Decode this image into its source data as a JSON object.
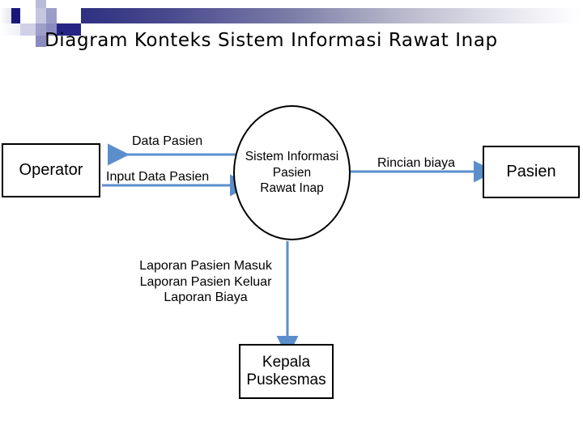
{
  "slide": {
    "title": "Diagram Konteks Sistem Informasi Rawat Inap",
    "accent_color": "#2f3081",
    "arrow_color": "#5b8fcc",
    "outline_color": "#000000",
    "background_color": "#ffffff"
  },
  "diagram": {
    "type": "context-diagram",
    "entities": [
      {
        "id": "operator",
        "label": "Operator",
        "shape": "rectangle"
      },
      {
        "id": "pasien",
        "label": "Pasien",
        "shape": "rectangle"
      },
      {
        "id": "kepala",
        "label": "Kepala\nPuskesmas",
        "line1": "Kepala",
        "line2": "Puskesmas",
        "shape": "rectangle"
      }
    ],
    "process": {
      "id": "sistem-informasi",
      "shape": "ellipse",
      "line1": "Sistem Informasi",
      "line2": "Pasien",
      "line3": "Rawat Inap"
    },
    "flows": [
      {
        "id": "data-pasien",
        "label": "Data Pasien",
        "from": "sistem-informasi",
        "to": "operator",
        "direction": "left"
      },
      {
        "id": "input-data-pasien",
        "label": "Input Data Pasien",
        "from": "operator",
        "to": "sistem-informasi",
        "direction": "right"
      },
      {
        "id": "rincian-biaya",
        "label": "Rincian biaya",
        "from": "sistem-informasi",
        "to": "pasien",
        "direction": "right"
      },
      {
        "id": "laporan",
        "label": "Laporan Pasien Masuk\nLaporan Pasien Keluar\nLaporan Biaya",
        "line1": "Laporan Pasien Masuk",
        "line2": "Laporan Pasien Keluar",
        "line3": "Laporan Biaya",
        "from": "sistem-informasi",
        "to": "kepala",
        "direction": "down"
      }
    ]
  }
}
